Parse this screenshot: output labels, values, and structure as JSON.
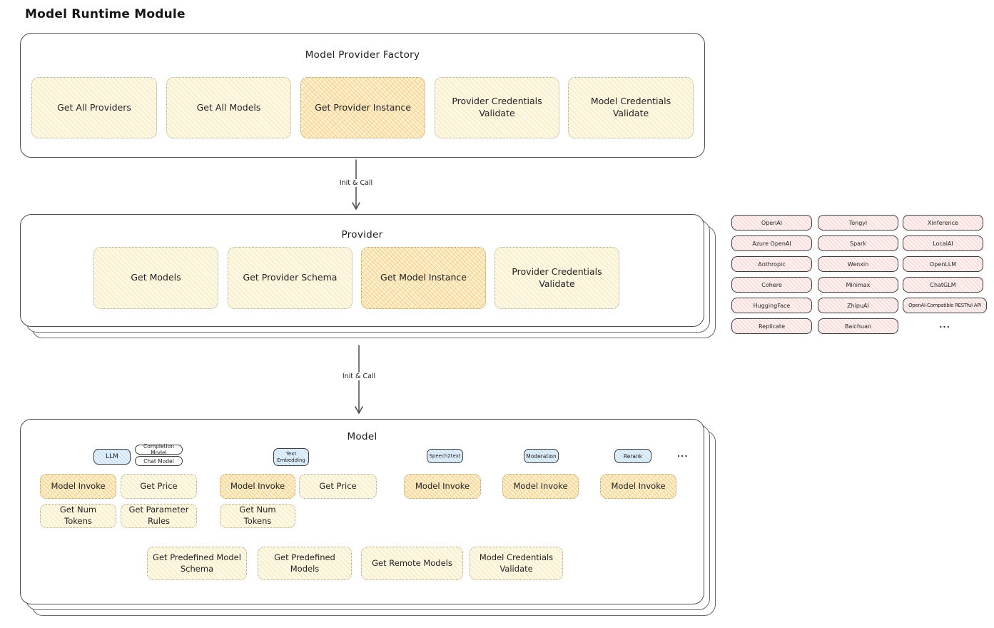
{
  "title": "Model Runtime Module",
  "colors": {
    "yellow": "#fdf8e4",
    "orange": "#fcf0d0",
    "pink": "#fdf0ef",
    "blue": "#e2f0fb",
    "box_border": "#4e4e4e"
  },
  "arrow1_label": "Init & Call",
  "arrow2_label": "Init & Call",
  "factory": {
    "title": "Model Provider Factory",
    "buttons": [
      "Get All Providers",
      "Get All Models",
      "Get Provider Instance",
      "Provider Credentials Validate",
      "Model Credentials Validate"
    ]
  },
  "provider": {
    "title": "Provider",
    "buttons": [
      "Get Models",
      "Get Provider Schema",
      "Get Model Instance",
      "Provider Credentials Validate"
    ]
  },
  "providers_grid": {
    "col1": [
      "OpenAI",
      "Azure OpenAI",
      "Anthropic",
      "Cohere",
      "HuggingFace",
      "Replicate"
    ],
    "col2": [
      "Tongyi",
      "Spark",
      "Wenxin",
      "Minimax",
      "ZhipuAI",
      "Baichuan"
    ],
    "col3": [
      "Xinference",
      "LocalAI",
      "OpenLLM",
      "ChatGLM",
      "OpenAI-Compatible RESTful API"
    ],
    "more": "..."
  },
  "model": {
    "title": "Model",
    "tags": {
      "llm": "LLM",
      "completion": "Completion Model",
      "chat": "Chat Model",
      "text_embedding": "Text Embedding",
      "speech2text": "Speech2text",
      "moderation": "Moderation",
      "rerank": "Rerank",
      "more": "..."
    },
    "llm_buttons": [
      "Model Invoke",
      "Get Price",
      "Get Num Tokens",
      "Get Parameter Rules"
    ],
    "embedding_buttons": [
      "Model Invoke",
      "Get Price",
      "Get Num Tokens"
    ],
    "speech2text_button": "Model Invoke",
    "moderation_button": "Model Invoke",
    "rerank_button": "Model Invoke",
    "bottom_buttons": [
      "Get Predefined Model Schema",
      "Get Predefined Models",
      "Get Remote Models",
      "Model Credentials Validate"
    ]
  }
}
